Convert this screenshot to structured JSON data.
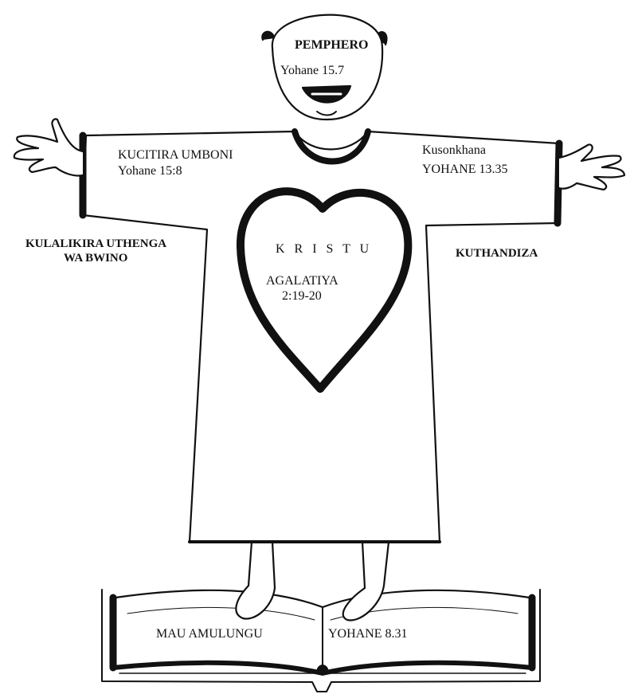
{
  "head": {
    "title": "PEMPHERO",
    "verse": "Yohane 15.7"
  },
  "left_sleeve": {
    "title": "KUCITIRA UMBONI",
    "verse": "Yohane 15:8"
  },
  "right_sleeve": {
    "title": "Kusonkhana",
    "verse": "YOHANE 13.35"
  },
  "left_side": {
    "line1": "KULALIKIRA UTHENGA",
    "line2": "WA BWINO"
  },
  "right_side": {
    "label": "KUTHANDIZA"
  },
  "heart": {
    "title": "K R I S T U",
    "verse_line1": "AGALATIYA",
    "verse_line2": "2:19-20"
  },
  "book": {
    "left": "MAU AMULUNGU",
    "right": "YOHANE 8.31"
  },
  "colors": {
    "ink": "#111111",
    "paper": "#ffffff"
  }
}
